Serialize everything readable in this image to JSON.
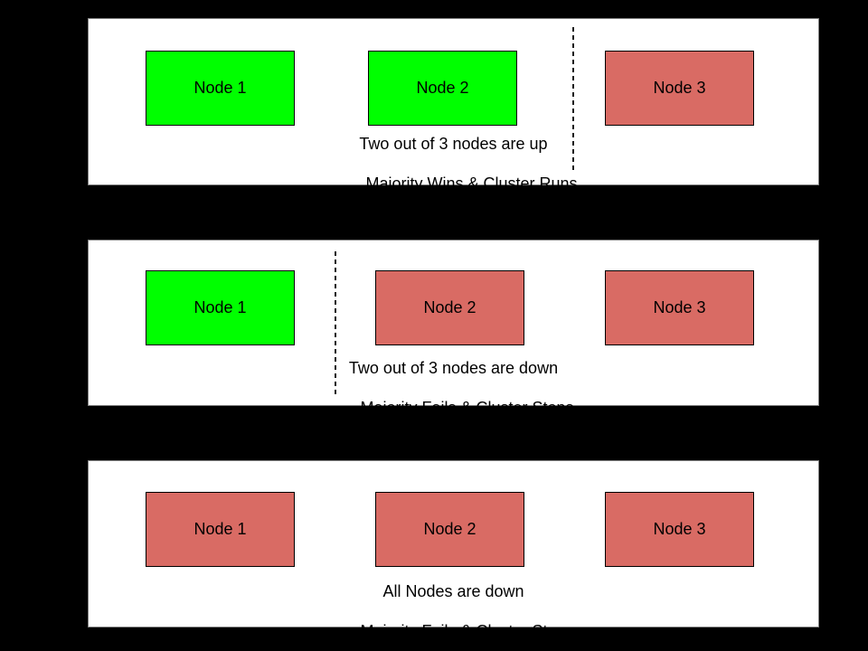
{
  "colors": {
    "page_bg": "#000000",
    "panel_bg": "#ffffff",
    "node_up": "#00ff00",
    "node_down": "#d96b64"
  },
  "panels": [
    {
      "scenario": "two-nodes-up",
      "nodes": [
        {
          "label": "Node 1",
          "status": "up"
        },
        {
          "label": "Node 2",
          "status": "up"
        },
        {
          "label": "Node 3",
          "status": "down"
        }
      ],
      "divider_between": "Node 2 and Node 3",
      "caption_line1": "Two out of 3 nodes are up",
      "caption_line2": ", Majority Wins & Cluster Runs"
    },
    {
      "scenario": "two-nodes-down",
      "nodes": [
        {
          "label": "Node 1",
          "status": "up"
        },
        {
          "label": "Node 2",
          "status": "down"
        },
        {
          "label": "Node 3",
          "status": "down"
        }
      ],
      "divider_between": "Node 1 and Node 2",
      "caption_line1": "Two out of 3 nodes are down",
      "caption_line2": "Majority Fails & Cluster Stops"
    },
    {
      "scenario": "all-nodes-down",
      "nodes": [
        {
          "label": "Node 1",
          "status": "down"
        },
        {
          "label": "Node 2",
          "status": "down"
        },
        {
          "label": "Node 3",
          "status": "down"
        }
      ],
      "divider_between": null,
      "caption_line1": "All Nodes are down",
      "caption_line2": "Majority Fails & Cluster Stops"
    }
  ]
}
